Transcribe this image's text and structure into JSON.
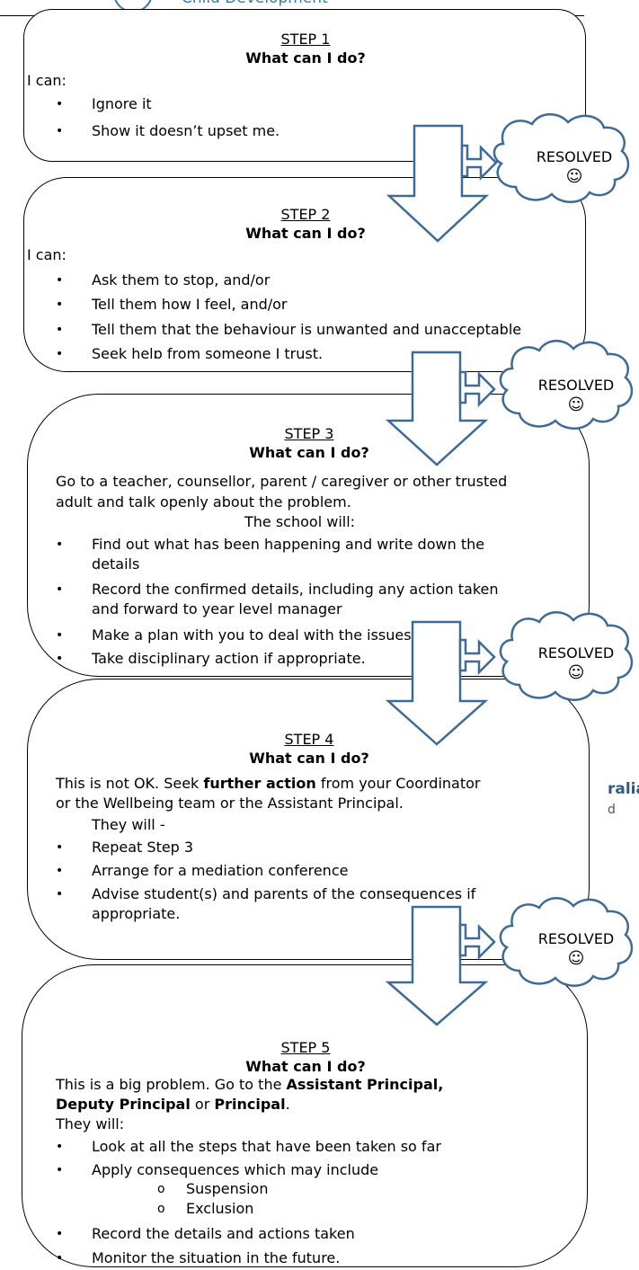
{
  "header": {
    "org_text": "Child Development"
  },
  "steps": [
    {
      "title": "STEP 1",
      "question": "What can I do?",
      "intro": "I can:",
      "bullets": [
        "Ignore it",
        "Show it doesn’t upset me."
      ]
    },
    {
      "title": "STEP 2",
      "question": "What can I do?",
      "intro": "I can:",
      "bullets": [
        "Ask them to stop, and/or",
        "Tell them how I feel, and/or",
        "Tell them that the behaviour is unwanted and unacceptable",
        "Seek help from someone I trust."
      ]
    },
    {
      "title": "STEP 3",
      "question": "What can I do?",
      "intro_lines": [
        "Go to a teacher, counsellor, parent / caregiver or other trusted",
        "adult and talk openly about the problem."
      ],
      "school_will": "The school will:",
      "bullets": [
        [
          "Find out what has been happening and write down the",
          "details"
        ],
        [
          "Record the confirmed details, including any action taken",
          "and forward to year level manager"
        ],
        [
          "Make a plan with you to deal with the issues"
        ],
        [
          "Take disciplinary action if appropriate."
        ]
      ]
    },
    {
      "title": "STEP 4",
      "question": "What can I do?",
      "intro_a": "This is not OK. Seek ",
      "intro_bold": "further action",
      "intro_b": " from your Coordinator",
      "intro_line2": "or the Wellbeing team or the Assistant Principal.",
      "they_will": "They will -",
      "bullets": [
        [
          "Repeat Step 3"
        ],
        [
          "Arrange for a mediation conference"
        ],
        [
          "Advise student(s) and parents of the consequences if",
          "appropriate."
        ]
      ]
    },
    {
      "title": "STEP 5",
      "question": "What can I do?",
      "intro_a": "This is a big problem.  Go to the ",
      "intro_bold1": "Assistant Principal,",
      "intro_bold2": "Deputy Principal",
      "intro_or": " or ",
      "intro_bold3": "Principal",
      "intro_end": ".",
      "they_will": "They will:",
      "bullets": [
        "Look at all the steps that have been taken so far",
        "Apply consequences which may include"
      ],
      "sub_bullets": [
        "Suspension",
        "Exclusion"
      ],
      "bullets_after": [
        "Record the details and actions taken",
        "Monitor the situation in the future."
      ]
    }
  ],
  "resolved": {
    "label": "RESOLVED",
    "smiley": "☺"
  },
  "background_fragment": {
    "line1": "ralia",
    "line2": "d"
  },
  "bullet_glyph": "•",
  "sub_bullet_glyph": "o"
}
